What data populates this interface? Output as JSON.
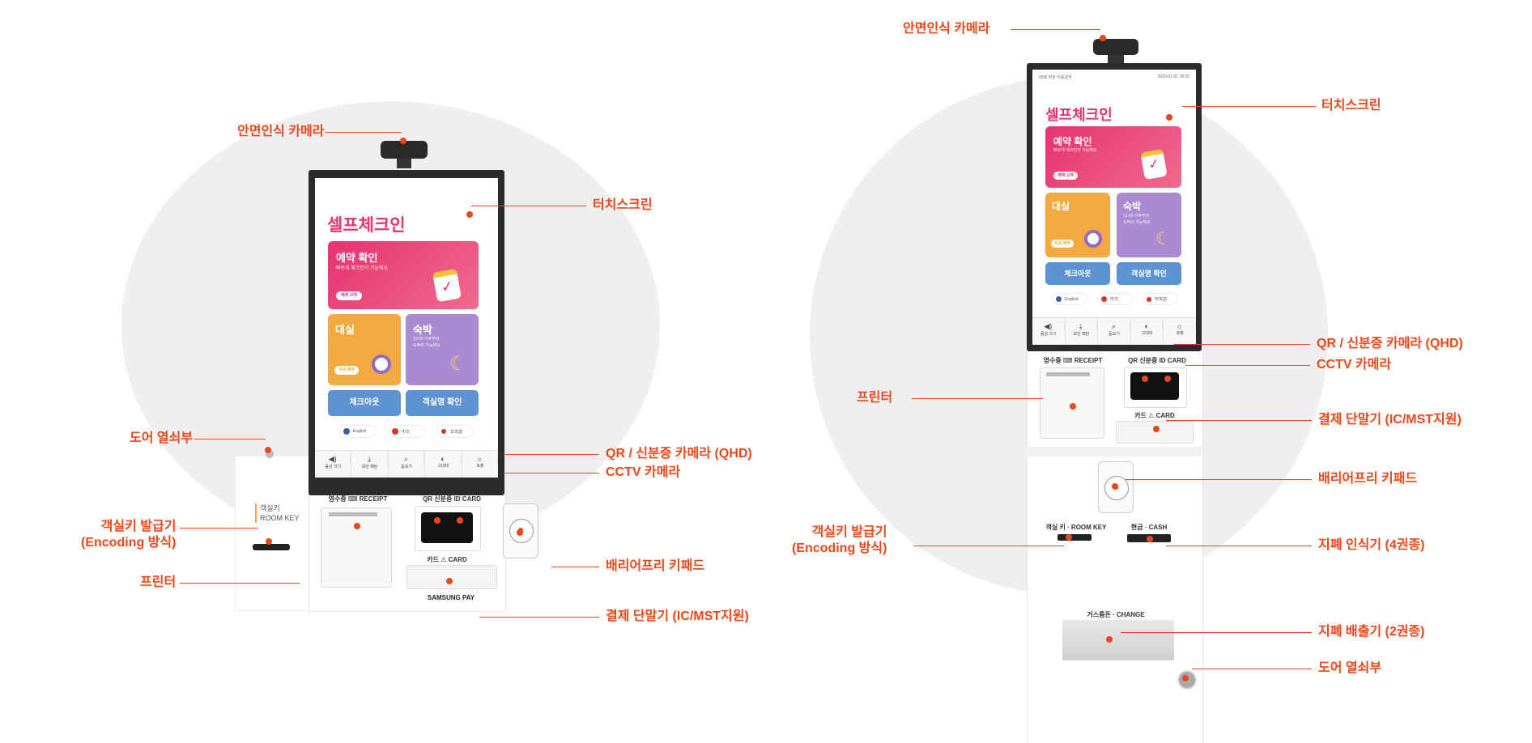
{
  "colors": {
    "accent": "#e8481c",
    "brand_pink": "#e6336e",
    "orange": "#f3a93f",
    "purple": "#a98ad3",
    "blue": "#5e93d3",
    "bg_circle": "#efeff1"
  },
  "screen": {
    "title": "셀프체크인",
    "header_left": "00에 위한 이용금지",
    "header_right": "2020-01-01 18:30",
    "reservation": {
      "title": "예약 확인",
      "sub": "빠르게 체크인이 가능해요",
      "tag": "예약 고객"
    },
    "daysil": {
      "title": "대실",
      "tag": "지금 예약"
    },
    "sukbak": {
      "title": "숙박",
      "sub1": "12:00 이후부터",
      "sub2": "숙박이 가능해요"
    },
    "checkout": "체크아웃",
    "room_confirm": "객실명 확인",
    "languages": [
      "English",
      "中文",
      "日本語"
    ],
    "bottom_buttons": [
      "음성 크기",
      "보안 패턴",
      "돋보기",
      "고대비",
      "호출"
    ]
  },
  "hardware": {
    "receipt": "영수증 ⌨ RECEIPT",
    "qr_idcard": "QR  신분증  ID CARD",
    "card": "카드 ⚠ CARD",
    "samsung_pay": "SAMSUNG PAY",
    "room_key_side": [
      "객실키",
      "ROOM KEY"
    ],
    "room_key_tower": "객실 키 · ROOM KEY",
    "cash": "현금 · CASH",
    "change": "거스름돈 · CHANGE"
  },
  "callouts_left": {
    "face_camera": "안면인식 카메라",
    "touchscreen": "터치스크린",
    "door_lock": "도어 열쇠부",
    "room_key_issuer": [
      "객실키 발급기",
      "(Encoding 방식)"
    ],
    "printer": "프린터",
    "qr_camera": "QR / 신분증 카메라 (QHD)",
    "cctv": "CCTV 카메라",
    "keypad": "배리어프리 키패드",
    "payment": "결제 단말기 (IC/MST지원)"
  },
  "callouts_right": {
    "face_camera": "안면인식 카메라",
    "touchscreen": "터치스크린",
    "qr_camera": "QR / 신분증 카메라 (QHD)",
    "cctv": "CCTV 카메라",
    "printer": "프린터",
    "payment": "결제 단말기 (IC/MST지원)",
    "keypad": "배리어프리 키패드",
    "room_key_issuer": [
      "객실키 발급기",
      "(Encoding 방식)"
    ],
    "bill_acceptor": "지폐 인식기 (4권종)",
    "bill_dispenser": "지폐 배출기 (2권종)",
    "door_lock": "도어 열쇠부"
  }
}
